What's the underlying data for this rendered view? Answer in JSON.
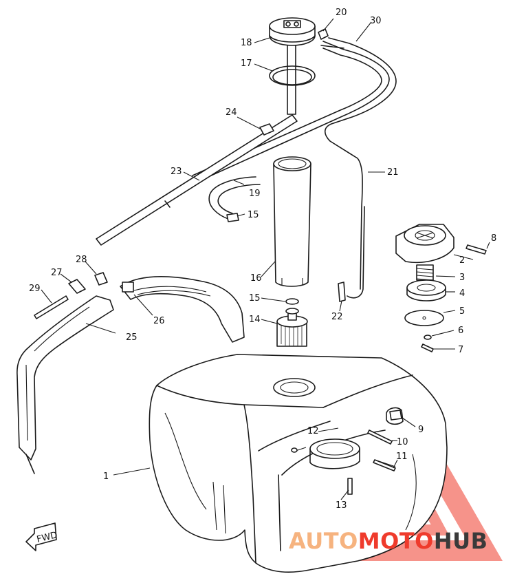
{
  "callouts": [
    {
      "id": "c1",
      "text": "1"
    },
    {
      "id": "c2",
      "text": "2"
    },
    {
      "id": "c3",
      "text": "3"
    },
    {
      "id": "c4",
      "text": "4"
    },
    {
      "id": "c5",
      "text": "5"
    },
    {
      "id": "c6",
      "text": "6"
    },
    {
      "id": "c7",
      "text": "7"
    },
    {
      "id": "c8",
      "text": "8"
    },
    {
      "id": "c9",
      "text": "9"
    },
    {
      "id": "c10",
      "text": "10"
    },
    {
      "id": "c11",
      "text": "11"
    },
    {
      "id": "c12",
      "text": "12"
    },
    {
      "id": "c13",
      "text": "13"
    },
    {
      "id": "c14",
      "text": "14"
    },
    {
      "id": "c15a",
      "text": "15"
    },
    {
      "id": "c15b",
      "text": "15"
    },
    {
      "id": "c16",
      "text": "16"
    },
    {
      "id": "c17",
      "text": "17"
    },
    {
      "id": "c18",
      "text": "18"
    },
    {
      "id": "c19",
      "text": "19"
    },
    {
      "id": "c20",
      "text": "20"
    },
    {
      "id": "c21",
      "text": "21"
    },
    {
      "id": "c22",
      "text": "22"
    },
    {
      "id": "c23",
      "text": "23"
    },
    {
      "id": "c24",
      "text": "24"
    },
    {
      "id": "c25",
      "text": "25"
    },
    {
      "id": "c26",
      "text": "26"
    },
    {
      "id": "c27",
      "text": "27"
    },
    {
      "id": "c28",
      "text": "28"
    },
    {
      "id": "c29",
      "text": "29"
    },
    {
      "id": "c30",
      "text": "30"
    }
  ],
  "fwd_label": "FWD",
  "watermark": {
    "part1": "AUTO",
    "part2": "MOTO",
    "part3": "HUB",
    "color_light": "#f6b37f",
    "color_red": "#ef3b2c",
    "color_dark": "#3a3a3a"
  }
}
